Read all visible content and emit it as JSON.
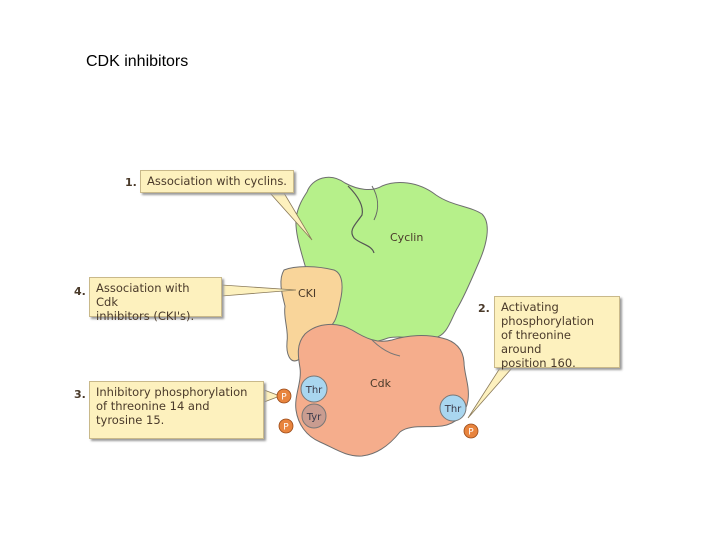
{
  "title": "CDK inhibitors",
  "labels": {
    "cyclin": "Cyclin",
    "cki": "CKI",
    "cdk": "Cdk",
    "thr": "Thr",
    "tyr": "Tyr",
    "phosphate": "P"
  },
  "callouts": [
    {
      "number": "1.",
      "text": "Association with cyclins."
    },
    {
      "number": "4.",
      "text": "Association with Cdk\ninhibitors (CKI's)."
    },
    {
      "number": "2.",
      "text": "Activating\nphosphorylation\nof threonine around\nposition 160."
    },
    {
      "number": "3.",
      "text": "Inhibitory phosphorylation\nof threonine 14 and\ntyrosine 15."
    }
  ],
  "colors": {
    "cyclin": "#b6f08a",
    "cki": "#f9d59a",
    "cdk": "#f5ad8c",
    "residue": "#a9d6ef",
    "phosphate": "#e8843e",
    "callout_fill": "#fdf1be"
  }
}
